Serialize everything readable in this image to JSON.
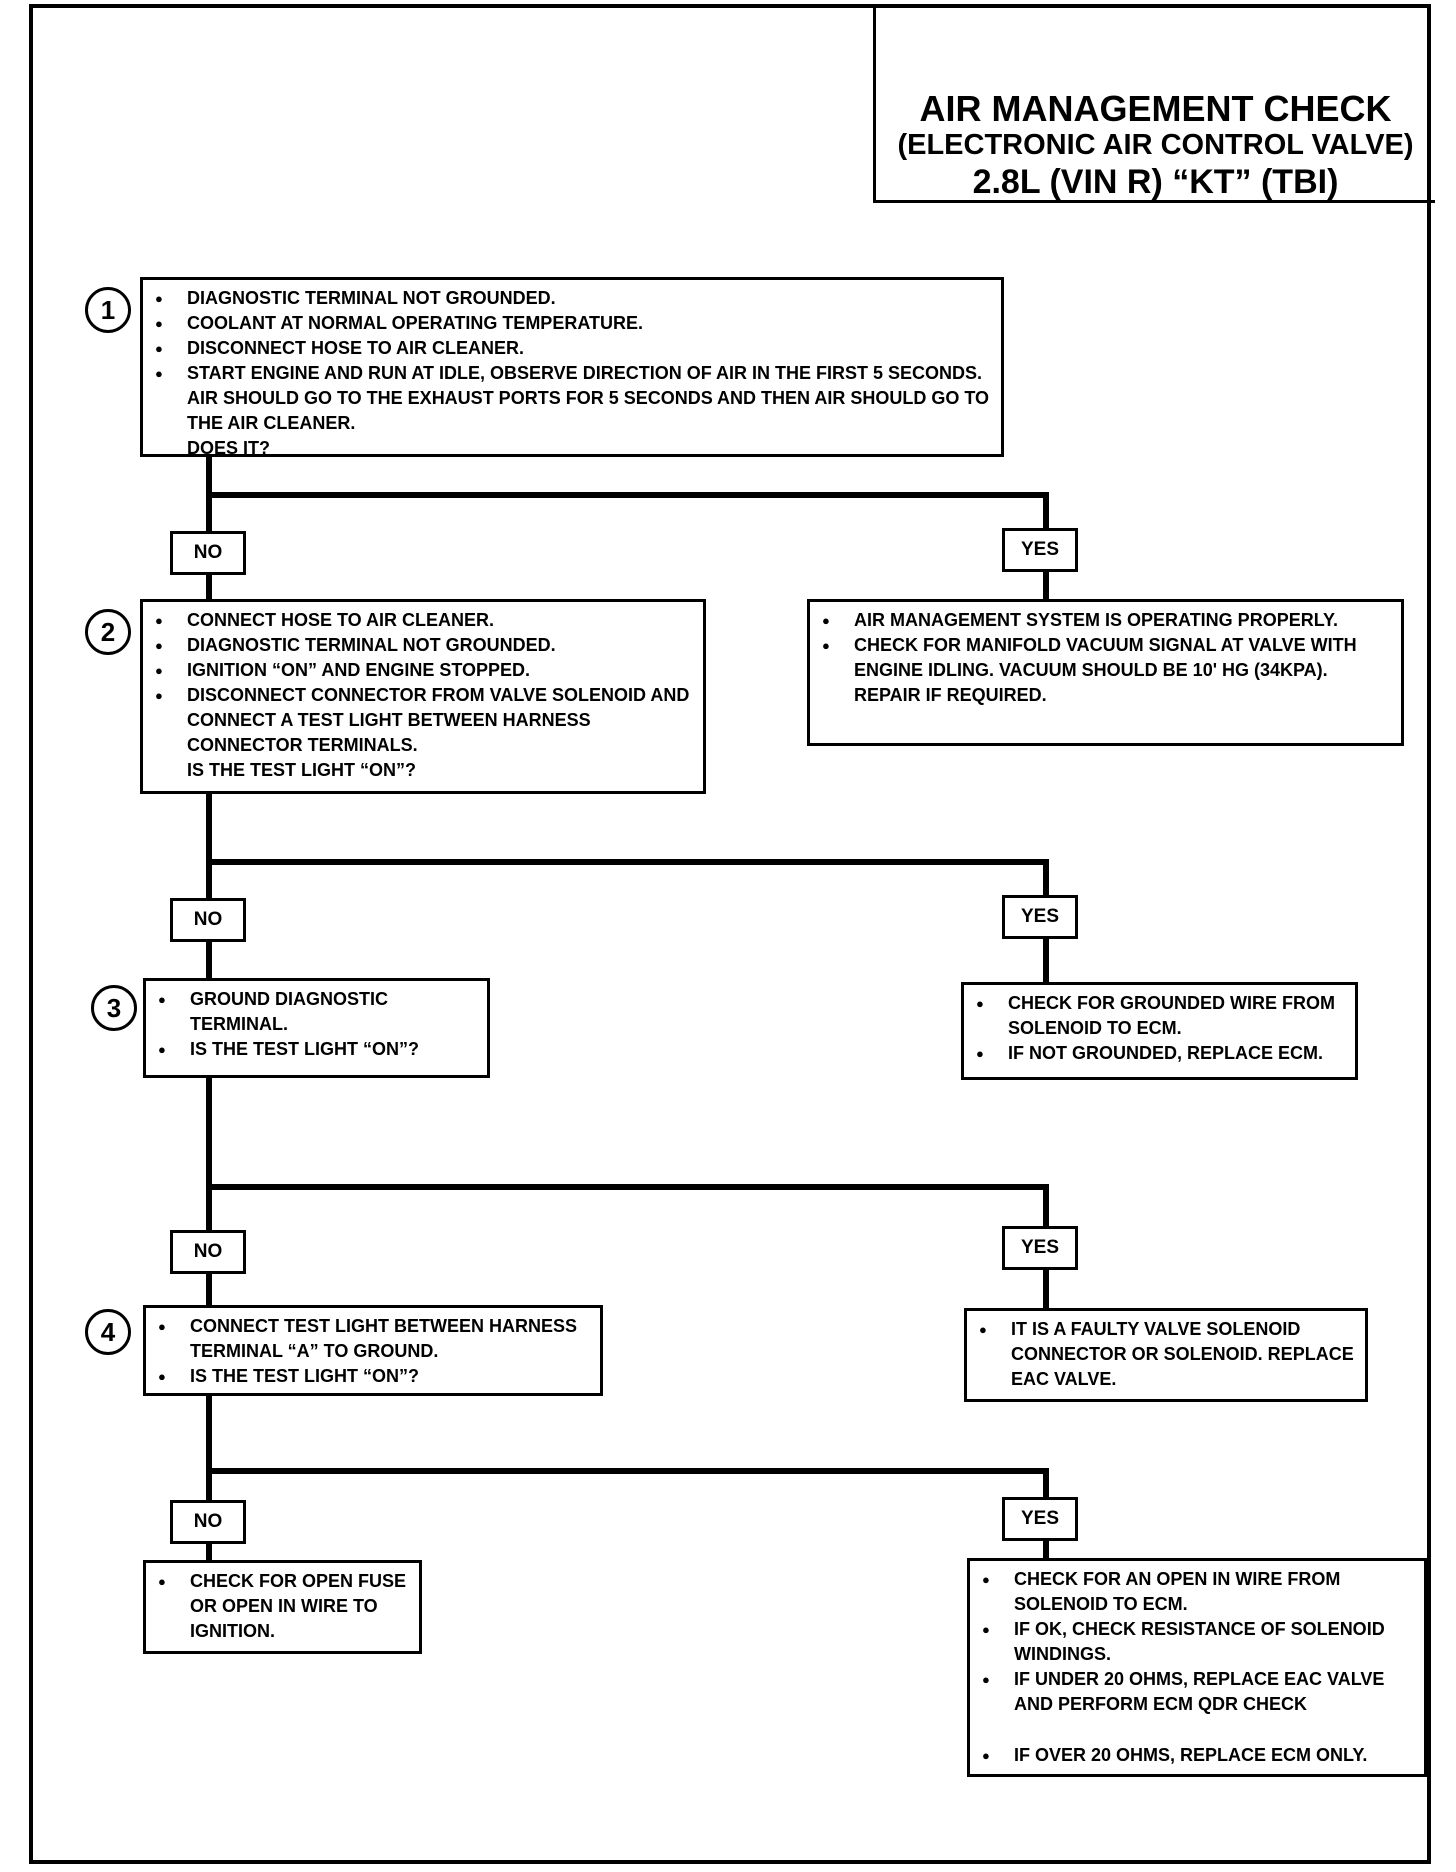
{
  "title": {
    "line1": "AIR MANAGEMENT CHECK",
    "line2": "(ELECTRONIC AIR CONTROL VALVE)",
    "line3": "2.8L  (VIN R)  “KT”  (TBI)"
  },
  "steps": [
    {
      "number": "1",
      "items": [
        "DIAGNOSTIC  TERMINAL NOT GROUNDED.",
        "COOLANT AT NORMAL OPERATING TEMPERATURE.",
        "DISCONNECT HOSE TO AIR CLEANER.",
        "START ENGINE AND RUN AT IDLE, OBSERVE DIRECTION OF AIR IN THE FIRST 5 SECONDS.  AIR SHOULD GO TO THE EXHAUST PORTS FOR 5 SECONDS AND THEN AIR SHOULD GO TO THE AIR CLEANER."
      ],
      "question": "DOES IT?"
    },
    {
      "number": "2",
      "items": [
        "CONNECT HOSE TO AIR CLEANER.",
        "DIAGNOSTIC  TERMINAL NOT GROUNDED.",
        "IGNITION “ON” AND ENGINE STOPPED.",
        "DISCONNECT CONNECTOR FROM VALVE SOLENOID AND CONNECT A TEST LIGHT BETWEEN HARNESS CONNECTOR TERMINALS."
      ],
      "question": "IS THE TEST LIGHT “ON”?"
    },
    {
      "number": "3",
      "items": [
        "GROUND DIAGNOSTIC TERMINAL.",
        "IS THE TEST LIGHT “ON”?"
      ]
    },
    {
      "number": "4",
      "items": [
        "CONNECT TEST LIGHT BETWEEN HARNESS TERMINAL “A” TO GROUND.",
        "IS THE TEST LIGHT “ON”?"
      ]
    }
  ],
  "labels": {
    "no": "NO",
    "yes": "YES"
  },
  "results": {
    "yes1": [
      "AIR MANAGEMENT SYSTEM IS OPERATING PROPERLY.",
      "CHECK FOR MANIFOLD VACUUM SIGNAL AT VALVE WITH ENGINE IDLING.  VACUUM SHOULD BE 10' HG (34KPA).  REPAIR IF REQUIRED."
    ],
    "yes2": [
      "CHECK FOR GROUNDED WIRE FROM SOLENOID TO ECM.",
      "IF NOT GROUNDED, REPLACE ECM."
    ],
    "yes3": [
      "IT IS A FAULTY VALVE SOLENOID CONNECTOR OR SOLENOID. REPLACE EAC VALVE."
    ],
    "no4": [
      "CHECK FOR OPEN FUSE OR OPEN IN WIRE TO IGNITION."
    ],
    "yes4": [
      "CHECK FOR AN OPEN IN WIRE FROM SOLENOID TO ECM.",
      "IF OK, CHECK RESISTANCE OF SOLENOID WINDINGS.",
      "IF UNDER 20 OHMS, REPLACE EAC VALVE AND PERFORM ECM QDR CHECK",
      "IF OVER 20 OHMS, REPLACE ECM ONLY."
    ]
  }
}
